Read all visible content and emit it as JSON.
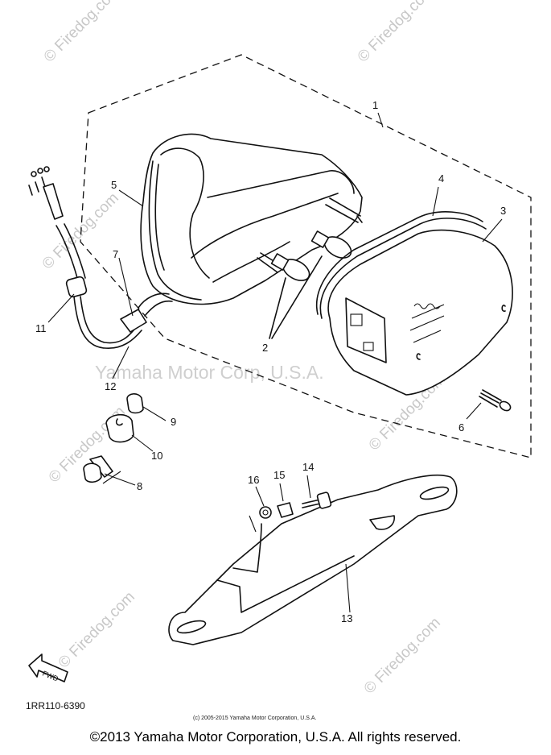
{
  "watermarks": {
    "main": "Yamaha Motor Corp, U.S.A.",
    "brand": "© Firedog.com"
  },
  "callouts": [
    "1",
    "2",
    "3",
    "4",
    "5",
    "6",
    "7",
    "8",
    "9",
    "10",
    "11",
    "12",
    "13",
    "14",
    "15",
    "16"
  ],
  "labels": {
    "fwd": "FWD",
    "part_code": "1RR110-6390",
    "small_copyright": "(c) 2005-2015 Yamaha Motor Corporation, U.S.A.",
    "footer": "©2013 Yamaha Motor Corporation, U.S.A. All rights reserved."
  }
}
